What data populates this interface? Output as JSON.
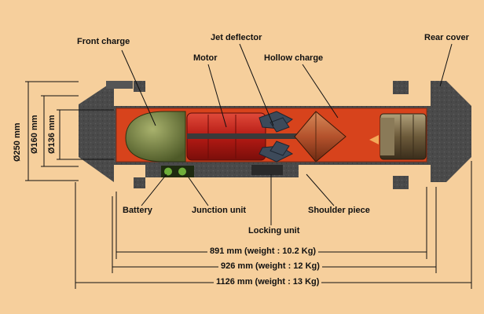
{
  "labels": {
    "front_charge": "Front charge",
    "jet_deflector": "Jet deflector",
    "motor": "Motor",
    "hollow_charge": "Hollow charge",
    "rear_cover": "Rear cover",
    "battery": "Battery",
    "junction_unit": "Junction unit",
    "shoulder_piece": "Shoulder piece",
    "locking_unit": "Locking unit"
  },
  "diameters": {
    "outer": "Ø250 mm",
    "middle": "Ø160 mm",
    "inner": "Ø136 mm"
  },
  "lengths": {
    "missile": "891 mm (weight : 10.2 Kg)",
    "tube": "926 mm (weight : 12 Kg)",
    "total": "1126 mm (weight : 13 Kg)"
  },
  "colors": {
    "background": "#f6cf9c",
    "shell": "#505050",
    "interior": "#d7431c",
    "front_charge": "#6f7d3e",
    "motor": "#c8231e",
    "fins": "#3d4a5a"
  }
}
